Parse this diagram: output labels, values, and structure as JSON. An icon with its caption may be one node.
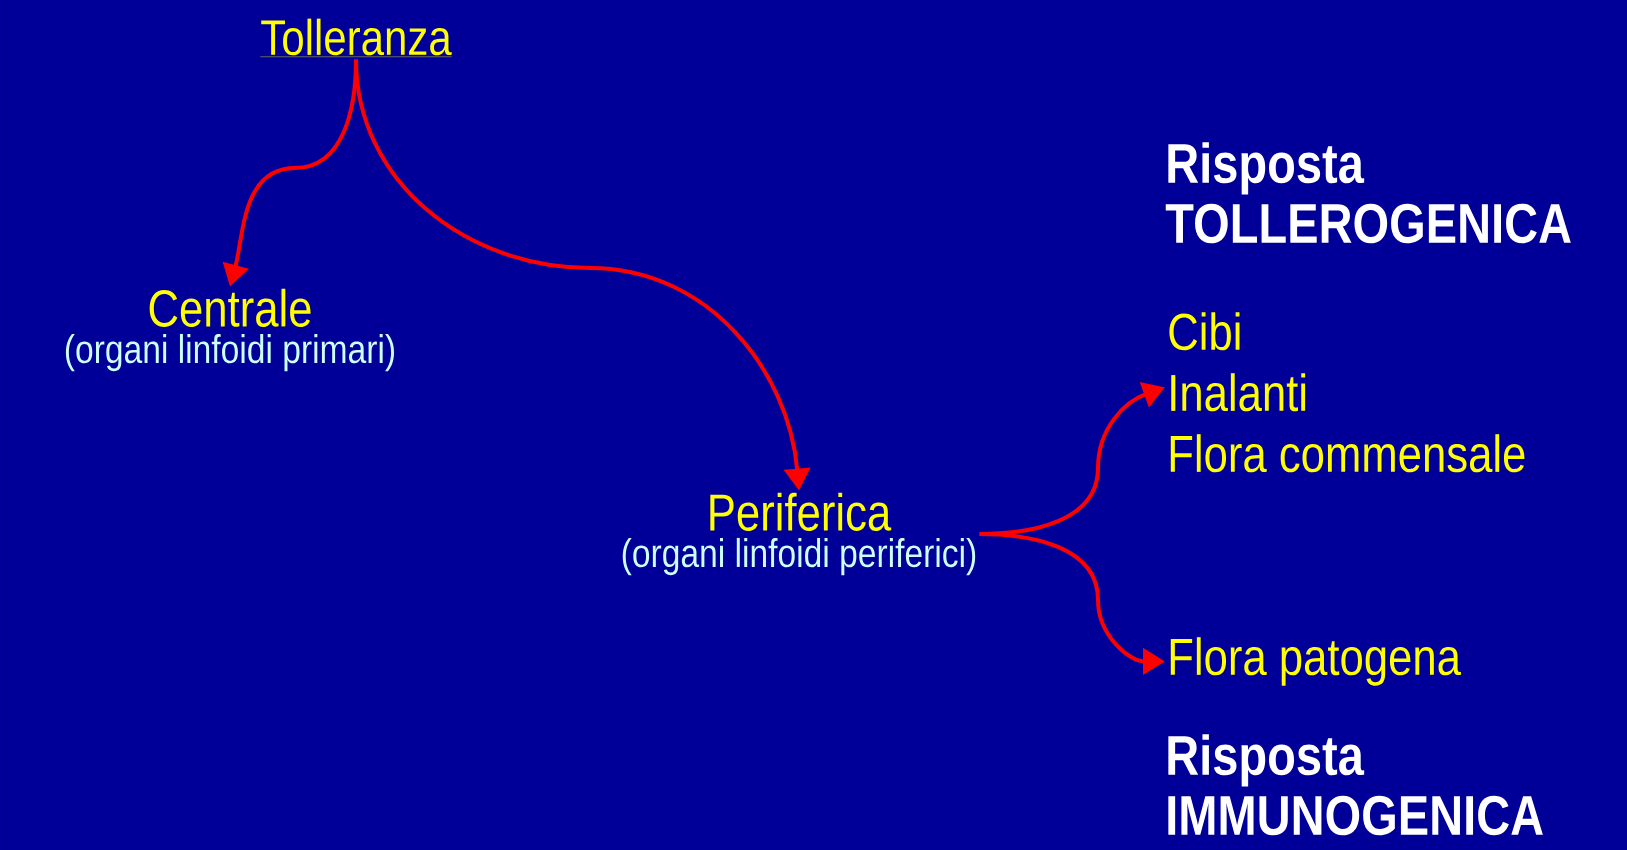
{
  "diagram": {
    "nodes": [
      {
        "text": [
          "Tolleranza"
        ]
      },
      {
        "text": [
          "Centrale",
          "(organi linfoidi primari)"
        ]
      },
      {
        "text": [
          "Periferica",
          "(organi linfoidi periferici)"
        ]
      },
      {
        "text": [
          "Cibi",
          "Inalanti",
          "Flora commensale"
        ]
      },
      {
        "text": [
          "Flora patogena"
        ]
      }
    ],
    "edges": [
      {
        "from": 0,
        "to": 1,
        "arrow": "to"
      },
      {
        "from": 0,
        "to": 2,
        "arrow": "to"
      },
      {
        "from": 2,
        "to": 3,
        "arrow": "to"
      },
      {
        "from": 2,
        "to": 4,
        "arrow": "to"
      }
    ],
    "labels": [
      "Risposta TOLLEROGENICA",
      "Risposta IMMUNOGENICA"
    ]
  }
}
